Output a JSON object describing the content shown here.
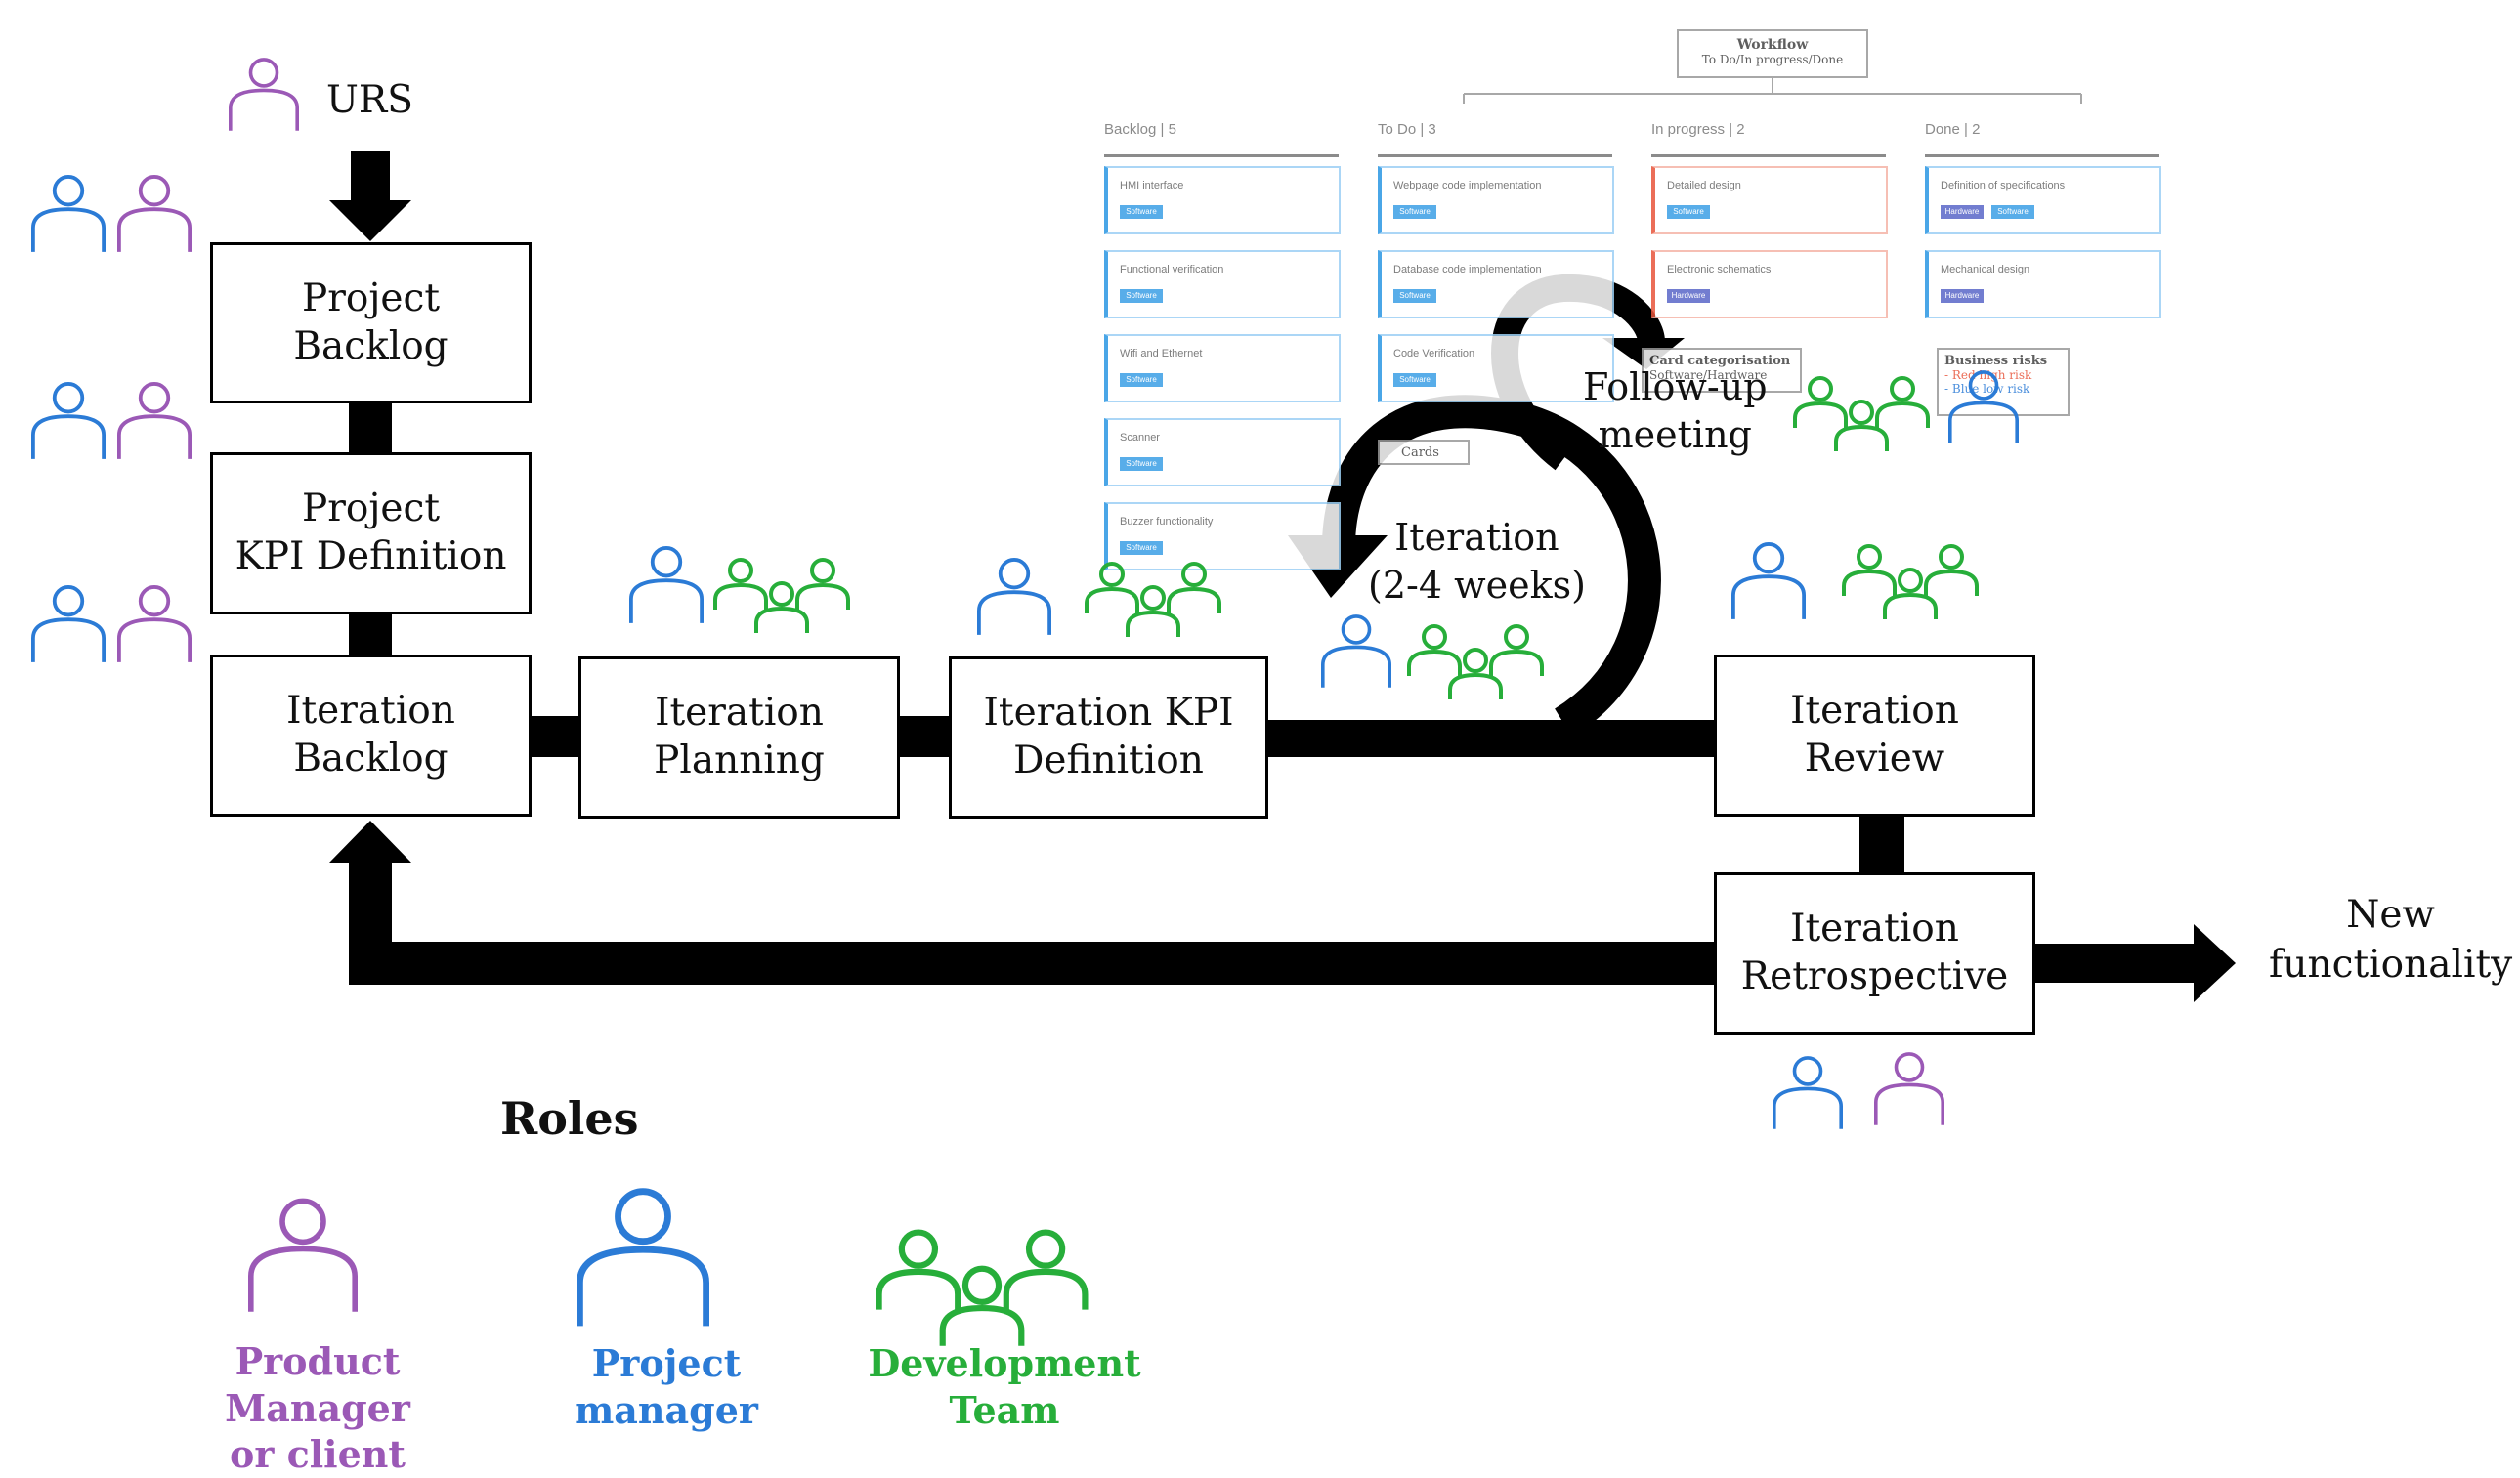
{
  "colors": {
    "product_manager": "#9b59b6",
    "project_manager": "#2b7bd6",
    "development_team": "#27ae3a",
    "line": "#000000",
    "board_software": "#3c9fe6",
    "board_hardware": "#5a67c8",
    "board_done_border": "#e8553b"
  },
  "icons": {
    "person": "person-icon",
    "team": "team-icon"
  },
  "input": {
    "label": "URS"
  },
  "boxes": {
    "project_backlog": "Project\nBacklog",
    "project_kpi": "Project\nKPI Definition",
    "iteration_backlog": "Iteration\nBacklog",
    "iteration_planning": "Iteration\nPlanning",
    "iteration_kpi": "Iteration KPI\nDefinition",
    "iteration_review": "Iteration\nReview",
    "iteration_retrospective": "Iteration\nRetrospective"
  },
  "loop": {
    "iteration_label": "Iteration\n(2-4 weeks)",
    "followup_label": "Follow-up\nmeeting"
  },
  "output": {
    "label": "New\nfunctionality"
  },
  "roles": {
    "title": "Roles",
    "items": [
      {
        "label": "Product Manager\nor client"
      },
      {
        "label": "Project manager"
      },
      {
        "label": "Development Team"
      }
    ]
  },
  "board": {
    "workflow_title": "Workflow",
    "workflow_subtitle": "To Do/In progress/Done",
    "columns": [
      {
        "name": "Backlog",
        "count": "5",
        "cards": [
          {
            "title": "HMI interface",
            "tags": [
              "Software"
            ]
          },
          {
            "title": "Functional verification",
            "tags": [
              "Software"
            ]
          },
          {
            "title": "Wifi and Ethernet",
            "tags": [
              "Software"
            ]
          },
          {
            "title": "Scanner",
            "tags": [
              "Software"
            ]
          },
          {
            "title": "Buzzer functionality",
            "tags": [
              "Software"
            ]
          }
        ]
      },
      {
        "name": "To Do",
        "count": "3",
        "cards": [
          {
            "title": "Webpage code implementation",
            "tags": [
              "Software"
            ]
          },
          {
            "title": "Database code implementation",
            "tags": [
              "Software"
            ]
          },
          {
            "title": "Code Verification",
            "tags": [
              "Software"
            ]
          }
        ]
      },
      {
        "name": "In progress",
        "count": "2",
        "cards": [
          {
            "title": "Detailed design",
            "tags": [
              "Software"
            ]
          },
          {
            "title": "Electronic schematics",
            "tags": [
              "Hardware"
            ]
          }
        ]
      },
      {
        "name": "Done",
        "count": "2",
        "cards": [
          {
            "title": "Definition of specifications",
            "tags": [
              "Hardware",
              "Software"
            ]
          },
          {
            "title": "Mechanical design",
            "tags": [
              "Hardware"
            ]
          }
        ]
      }
    ],
    "card_categorisation_title": "Card categorisation",
    "card_categorisation_text": "Software/Hardware",
    "business_risks_title": "Business risks",
    "business_risks_items": [
      "- Red high risk",
      "- Blue low risk"
    ],
    "cards_note": "Cards"
  }
}
